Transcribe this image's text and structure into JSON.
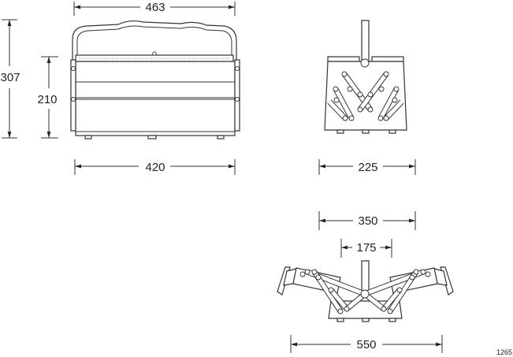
{
  "dimensions": {
    "width_top": "463",
    "height_total": "307",
    "height_body": "210",
    "width_bottom": "420",
    "depth_closed": "225",
    "open_inner": "350",
    "open_center": "175",
    "open_total": "550"
  },
  "drawing_code": "1265"
}
